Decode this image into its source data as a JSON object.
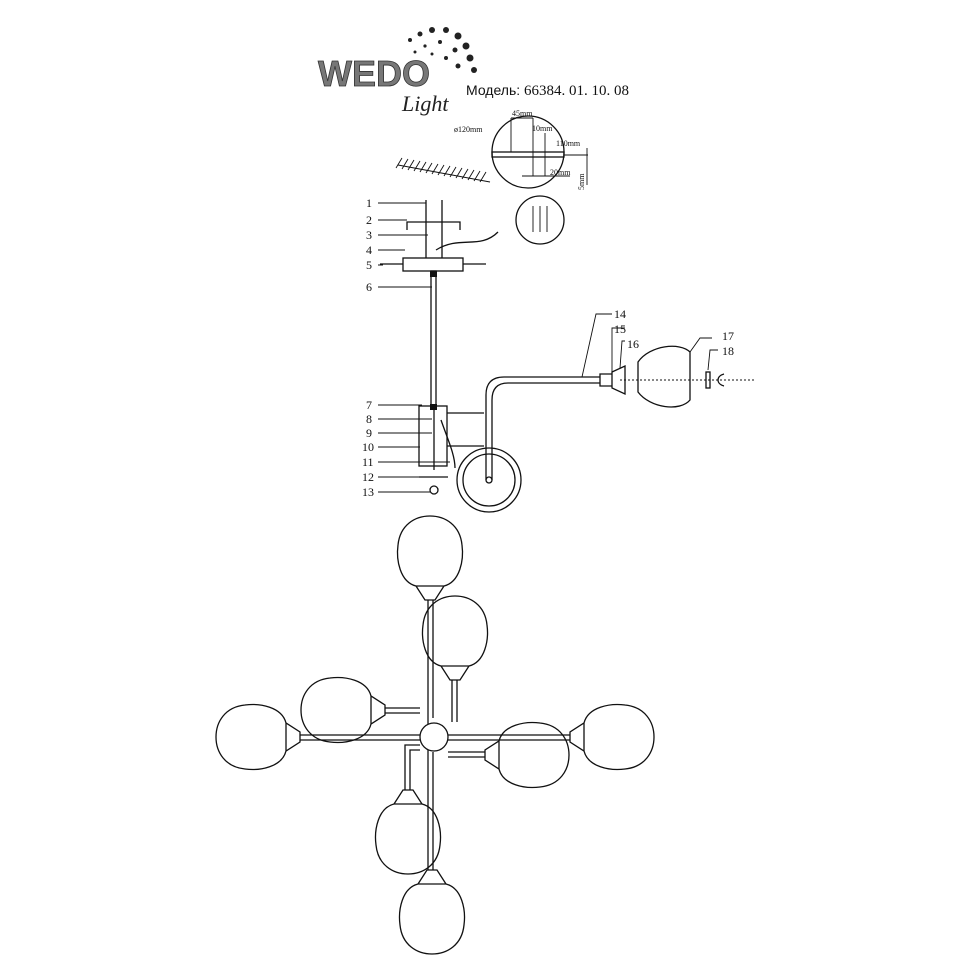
{
  "logo": {
    "brand": "WEDO",
    "sub": "Light"
  },
  "model": {
    "label": "Модель:",
    "number": "66384. 01. 10. 08"
  },
  "dimensions": {
    "diameter": "ø120mm",
    "d1": "45mm",
    "d2": "10mm",
    "d3": "110mm",
    "d4": "20mm",
    "d5": "5mm"
  },
  "callouts": [
    "1",
    "2",
    "3",
    "4",
    "5",
    "6",
    "7",
    "8",
    "9",
    "10",
    "11",
    "12",
    "13",
    "14",
    "15",
    "16",
    "17",
    "18"
  ]
}
